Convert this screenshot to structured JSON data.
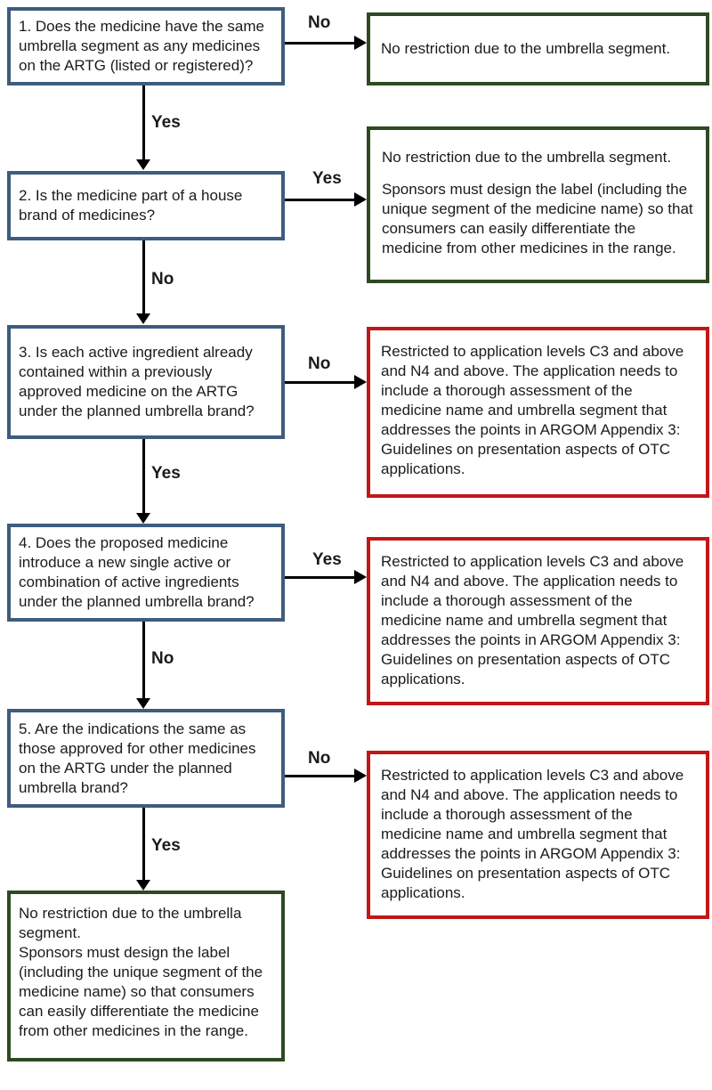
{
  "colors": {
    "question_border": "#3e5c7e",
    "no_restriction_border": "#2e4a22",
    "restricted_border": "#c01717",
    "text": "#1b1b1b"
  },
  "questions": [
    {
      "text": "1. Does the medicine have the same umbrella segment as any medicines on the ARTG (listed or registered)?",
      "side_label": "No",
      "down_label": "Yes"
    },
    {
      "text": "2. Is the medicine part of a house brand of medicines?",
      "side_label": "Yes",
      "down_label": "No"
    },
    {
      "text": "3. Is each active ingredient already contained within a previously approved medicine on the ARTG under the planned umbrella brand?",
      "side_label": "No",
      "down_label": "Yes"
    },
    {
      "text": "4. Does the proposed medicine introduce a new single active or combination of active ingredients under the planned umbrella brand?",
      "side_label": "Yes",
      "down_label": "No"
    },
    {
      "text": "5. Are the indications the same as those approved for other medicines on the ARTG under the planned umbrella brand?",
      "side_label": "No",
      "down_label": "Yes"
    }
  ],
  "outcomes": {
    "o1": {
      "p1": "No restriction due to the umbrella segment."
    },
    "o2": {
      "p1": "No restriction due to the umbrella segment.",
      "p2": "Sponsors must design the label (including the unique segment of the medicine name) so that consumers can easily differentiate the medicine from other medicines in the range."
    },
    "o3": {
      "p1": "Restricted to application levels C3 and above and N4 and above. The application needs to include a thorough assessment of the medicine name and umbrella segment that addresses the points in ARGOM Appendix 3: Guidelines on presentation aspects of OTC applications."
    },
    "o4": {
      "p1": "Restricted to application levels C3 and above and N4 and above. The application needs to include a thorough assessment of the medicine name and umbrella segment that addresses the points in ARGOM Appendix 3: Guidelines on presentation aspects of OTC applications."
    },
    "o5": {
      "p1": "Restricted to application levels C3 and above and N4 and above. The application needs to include a thorough assessment of the medicine name and umbrella segment that addresses the points in ARGOM Appendix 3: Guidelines on presentation aspects of OTC applications."
    },
    "final": {
      "p1": "No restriction due to the umbrella segment.",
      "p2": "Sponsors must design the label (including the unique segment of the medicine name) so that consumers can easily differentiate the medicine from other medicines in the range."
    }
  }
}
